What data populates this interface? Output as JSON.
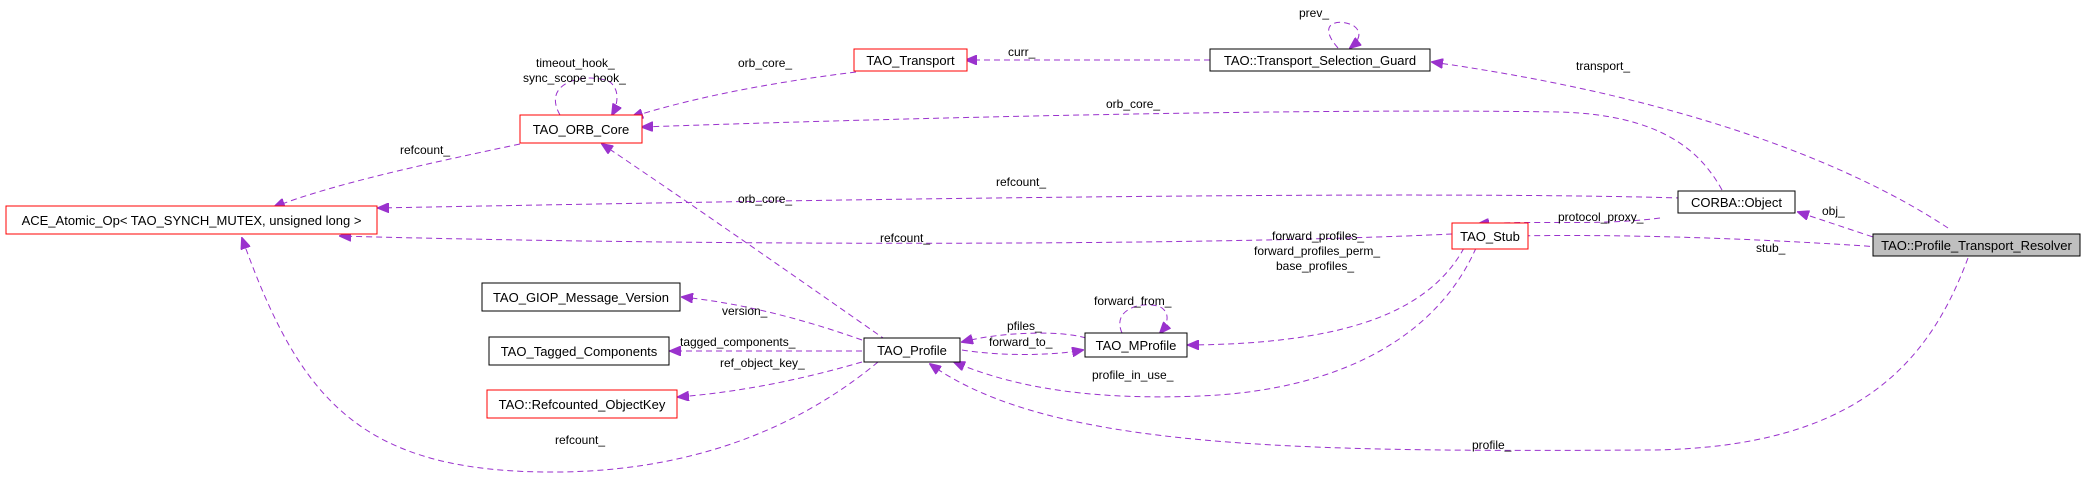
{
  "colors": {
    "edge": "#9a32cd",
    "node_border_normal": "#000000",
    "node_border_incomplete": "#ff0000",
    "node_fill_focus": "#bfbfbf",
    "node_fill": "#ffffff"
  },
  "nodes": [
    {
      "id": "profile_transport_resolver",
      "label": "TAO::Profile_Transport_Resolver",
      "style": "focus"
    },
    {
      "id": "transport_selection_guard",
      "label": "TAO::Transport_Selection_Guard",
      "style": "normal"
    },
    {
      "id": "tao_transport",
      "label": "TAO_Transport",
      "style": "incomplete"
    },
    {
      "id": "orb_core",
      "label": "TAO_ORB_Core",
      "style": "incomplete"
    },
    {
      "id": "atomic_op",
      "label": "ACE_Atomic_Op< TAO_SYNCH_MUTEX, unsigned long >",
      "style": "incomplete"
    },
    {
      "id": "corba_object",
      "label": "CORBA::Object",
      "style": "normal"
    },
    {
      "id": "tao_stub",
      "label": "TAO_Stub",
      "style": "incomplete"
    },
    {
      "id": "giop_version",
      "label": "TAO_GIOP_Message_Version",
      "style": "normal"
    },
    {
      "id": "tagged_components",
      "label": "TAO_Tagged_Components",
      "style": "normal"
    },
    {
      "id": "refcounted_objectkey",
      "label": "TAO::Refcounted_ObjectKey",
      "style": "incomplete"
    },
    {
      "id": "tao_profile",
      "label": "TAO_Profile",
      "style": "normal"
    },
    {
      "id": "tao_mprofile",
      "label": "TAO_MProfile",
      "style": "normal"
    }
  ],
  "edges": [
    {
      "id": "e-transport",
      "label": "transport_"
    },
    {
      "id": "e-prev",
      "label": "prev_"
    },
    {
      "id": "e-curr",
      "label": "curr_"
    },
    {
      "id": "e-transport-orbcore",
      "label": "orb_core_"
    },
    {
      "id": "e-guard-orbcore",
      "label": "orb_core_"
    },
    {
      "id": "e-orbcore-self",
      "label_lines": [
        "timeout_hook_",
        "sync_scope_hook_"
      ]
    },
    {
      "id": "e-orbcore-refcount",
      "label": "refcount_"
    },
    {
      "id": "e-object-refcount",
      "label": "refcount_"
    },
    {
      "id": "e-stub-refcount",
      "label": "refcount_"
    },
    {
      "id": "e-profile-refcount",
      "label": "refcount_"
    },
    {
      "id": "e-obj",
      "label": "obj_"
    },
    {
      "id": "e-stub",
      "label": "stub_"
    },
    {
      "id": "e-protocol-proxy",
      "label": "protocol_proxy_"
    },
    {
      "id": "e-profile-orbcore",
      "label": "orb_core_"
    },
    {
      "id": "e-stub-mprofile",
      "label_lines": [
        "forward_profiles_",
        "forward_profiles_perm_",
        "base_profiles_"
      ]
    },
    {
      "id": "e-profile-in-use",
      "label": "profile_in_use_"
    },
    {
      "id": "e-profile",
      "label": "profile_"
    },
    {
      "id": "e-version",
      "label": "version_"
    },
    {
      "id": "e-tagged",
      "label": "tagged_components_"
    },
    {
      "id": "e-objkey",
      "label": "ref_object_key_"
    },
    {
      "id": "e-pfiles",
      "label": "pfiles_"
    },
    {
      "id": "e-forward-to",
      "label": "forward_to_"
    },
    {
      "id": "e-forward-from",
      "label": "forward_from_"
    }
  ]
}
